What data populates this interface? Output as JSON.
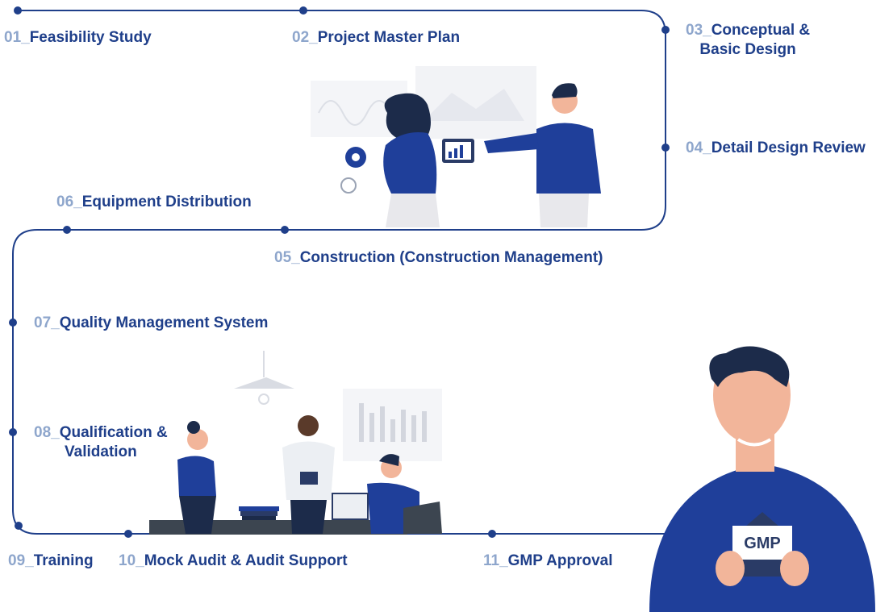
{
  "colors": {
    "line": "#1f3f8a",
    "label": "#1f3f8a",
    "number": "#8ea6cc",
    "shirt": "#1f3f9a",
    "skin": "#f2b59a",
    "hair": "#1c2b4a"
  },
  "steps": [
    {
      "num": "01_",
      "text": "Feasibility Study"
    },
    {
      "num": "02_",
      "text": "Project Master Plan"
    },
    {
      "num": "03_",
      "text": "Conceptual &",
      "text2": "Basic Design"
    },
    {
      "num": "04_",
      "text": "Detail Design Review"
    },
    {
      "num": "05_",
      "text": "Construction (Construction Management)"
    },
    {
      "num": "06_",
      "text": "Equipment Distribution"
    },
    {
      "num": "07_",
      "text": "Quality Management System"
    },
    {
      "num": "08_",
      "text": "Qualification &",
      "text2": "Validation"
    },
    {
      "num": "09_",
      "text": "Training"
    },
    {
      "num": "10_",
      "text": "Mock Audit & Audit Support"
    },
    {
      "num": "11_",
      "text": "GMP Approval"
    }
  ],
  "illustrations": {
    "envelope_text": "GMP",
    "meeting_icon": "meeting-illustration",
    "team_icon": "team-illustration",
    "person_icon": "gmp-person-illustration"
  }
}
